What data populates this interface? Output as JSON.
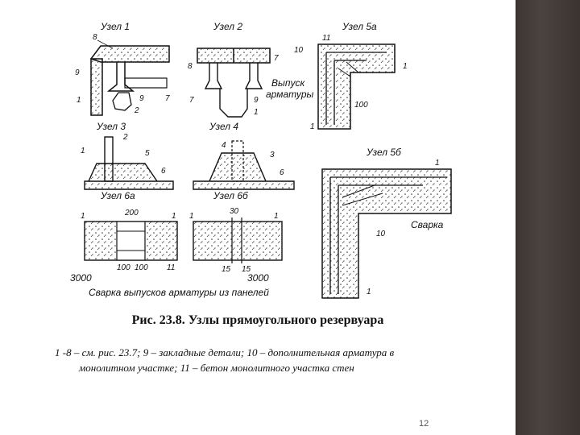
{
  "slide": {
    "caption_title": "Рис. 23.8. Узлы прямоугольного резервуара",
    "caption_line1": "1 -8 – см. рис. 23.7; 9 – закладные детали; 10 – дополнительная арматура в",
    "caption_line2": "монолитном участке; 11 – бетон монолитного участка стен",
    "page_number": "12"
  },
  "diagram": {
    "node_labels": {
      "uzel1": "Узел 1",
      "uzel2": "Узел 2",
      "uzel3": "Узел 3",
      "uzel4": "Узел 4",
      "uzel5a": "Узел 5а",
      "uzel5b": "Узел 5б",
      "uzel6a": "Узел 6а",
      "uzel6b": "Узел 6б"
    },
    "annotations": {
      "vypusk_line1": "Выпуск",
      "vypusk_line2": "арматуры",
      "svarka": "Сварка",
      "svarka_vypuskov": "Сварка выпусков арматуры из панелей"
    },
    "dimensions": {
      "d200": "200",
      "d100a": "100",
      "d100b": "100",
      "d3000a": "3000",
      "d30": "30",
      "d15a": "15",
      "d15b": "15",
      "d3000b": "3000",
      "d100c": "100"
    },
    "callouts": {
      "n1": "1",
      "n2": "2",
      "n3": "3",
      "n4": "4",
      "n5": "5",
      "n6": "6",
      "n7": "7",
      "n8": "8",
      "n9": "9",
      "n10": "10",
      "n11": "11"
    }
  }
}
